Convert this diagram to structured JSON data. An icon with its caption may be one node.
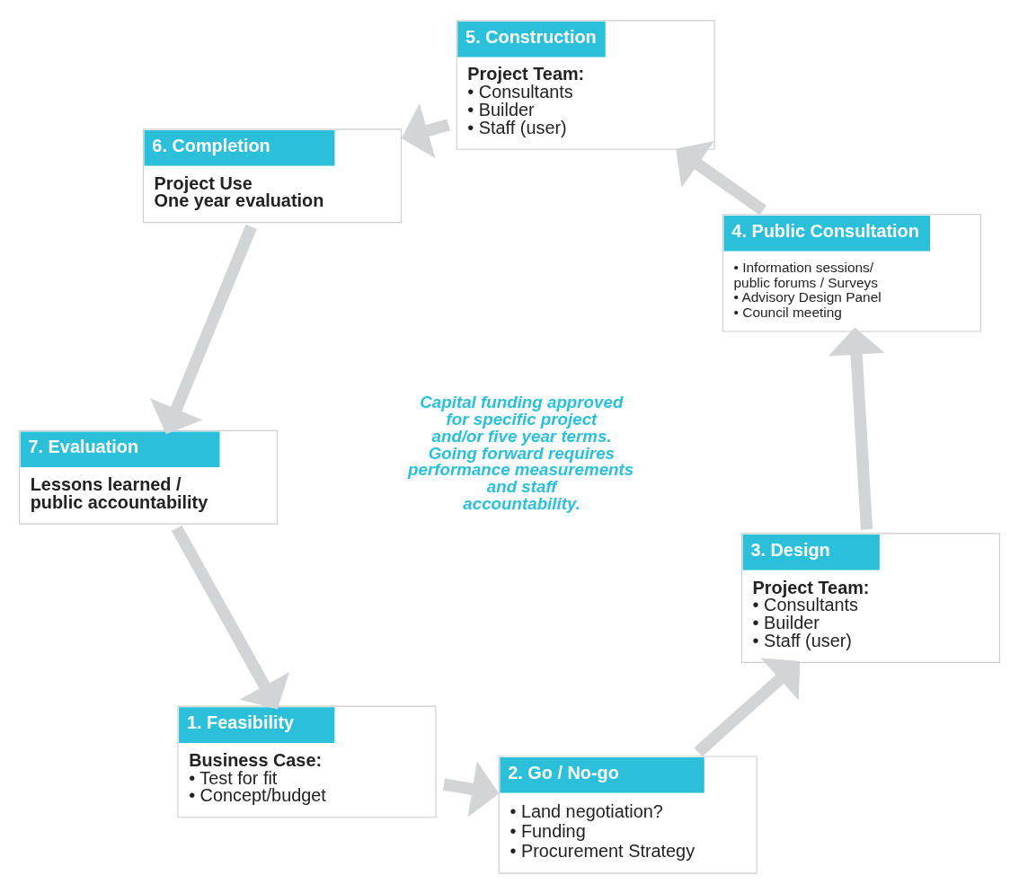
{
  "diagram": {
    "nodes": [
      {
        "text": [
          "1. Feasibility",
          "Business Case:",
          "• Test for fit",
          "• Concept/budget"
        ]
      },
      {
        "text": [
          "2. Go / No-go",
          "• Land negotiation?",
          "• Funding",
          "• Procurement Strategy"
        ]
      },
      {
        "text": [
          "3. Design",
          "Project Team:",
          "• Consultants",
          "• Builder",
          "• Staff (user)"
        ]
      },
      {
        "text": [
          "4. Public Consultation",
          "• Information sessions/ public forums / Surveys",
          "• Advisory Design Panel",
          "• Council meeting"
        ]
      },
      {
        "text": [
          "5. Construction",
          "Project Team:",
          "• Consultants",
          "• Builder",
          "• Staff (user)"
        ]
      },
      {
        "text": [
          "6. Completion",
          "Project Use",
          "One year evaluation"
        ]
      },
      {
        "text": [
          "7. Evaluation",
          "Lessons learned / public accountability"
        ]
      }
    ],
    "edges": [
      {
        "from": 0,
        "to": 1,
        "arrow": "to"
      },
      {
        "from": 1,
        "to": 2,
        "arrow": "to"
      },
      {
        "from": 2,
        "to": 3,
        "arrow": "to"
      },
      {
        "from": 3,
        "to": 4,
        "arrow": "to"
      },
      {
        "from": 4,
        "to": 5,
        "arrow": "to"
      },
      {
        "from": 5,
        "to": 6,
        "arrow": "to"
      },
      {
        "from": 6,
        "to": 0,
        "arrow": "to"
      }
    ],
    "labels": [
      "Capital funding approved for specific project and/or five year terms. Going forward requires performance measurements and staff accountability."
    ]
  }
}
